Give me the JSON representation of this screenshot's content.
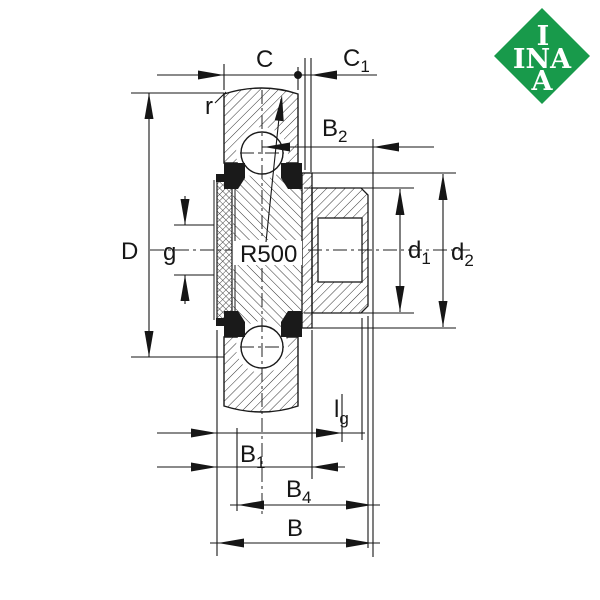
{
  "drawing": {
    "type": "bearing-cross-section-technical-drawing",
    "radius_label": "R500",
    "labels": {
      "C": {
        "base": "C",
        "sub": ""
      },
      "C1": {
        "base": "C",
        "sub": "1"
      },
      "B2": {
        "base": "B",
        "sub": "2"
      },
      "r": {
        "base": "r",
        "sub": ""
      },
      "D": {
        "base": "D",
        "sub": ""
      },
      "g": {
        "base": "g",
        "sub": ""
      },
      "d1": {
        "base": "d",
        "sub": "1"
      },
      "d2": {
        "base": "d",
        "sub": "2"
      },
      "lg": {
        "base": "l",
        "sub": "g"
      },
      "B1": {
        "base": "B",
        "sub": "1"
      },
      "B4": {
        "base": "B",
        "sub": "4"
      },
      "B": {
        "base": "B",
        "sub": ""
      }
    },
    "colors": {
      "line": "#1a1a1a",
      "background": "#ffffff",
      "logo_green": "#189A4B",
      "logo_text": "#ffffff"
    }
  },
  "logo": {
    "line1": "I",
    "line2": "INA",
    "line3": "A"
  }
}
